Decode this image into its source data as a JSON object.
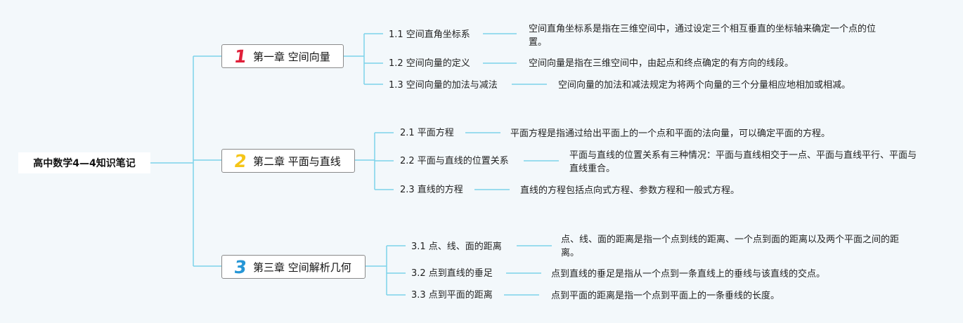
{
  "root": {
    "title": "高中数学4—4知识笔记"
  },
  "colors": {
    "line": "#7dd3ea",
    "chapter_num": [
      "#e0203a",
      "#f5c518",
      "#2696d6"
    ]
  },
  "chapters": [
    {
      "number": "1",
      "title": "第一章 空间向量",
      "sections": [
        {
          "label": "1.1 空间直角坐标系",
          "desc": "空间直角坐标系是指在三维空间中，通过设定三个相互垂直的坐标轴来确定一个点的位置。"
        },
        {
          "label": "1.2 空间向量的定义",
          "desc": "空间向量是指在三维空间中，由起点和终点确定的有方向的线段。"
        },
        {
          "label": "1.3 空间向量的加法与减法",
          "desc": "空间向量的加法和减法规定为将两个向量的三个分量相应地相加或相减。"
        }
      ]
    },
    {
      "number": "2",
      "title": "第二章 平面与直线",
      "sections": [
        {
          "label": "2.1 平面方程",
          "desc": "平面方程是指通过给出平面上的一个点和平面的法向量，可以确定平面的方程。"
        },
        {
          "label": "2.2 平面与直线的位置关系",
          "desc": "平面与直线的位置关系有三种情况：平面与直线相交于一点、平面与直线平行、平面与直线重合。"
        },
        {
          "label": "2.3 直线的方程",
          "desc": "直线的方程包括点向式方程、参数方程和一般式方程。"
        }
      ]
    },
    {
      "number": "3",
      "title": "第三章 空间解析几何",
      "sections": [
        {
          "label": "3.1 点、线、面的距离",
          "desc": "点、线、面的距离是指一个点到线的距离、一个点到面的距离以及两个平面之间的距离。"
        },
        {
          "label": "3.2 点到直线的垂足",
          "desc": "点到直线的垂足是指从一个点到一条直线上的垂线与该直线的交点。"
        },
        {
          "label": "3.3 点到平面的距离",
          "desc": "点到平面的距离是指一个点到平面上的一条垂线的长度。"
        }
      ]
    }
  ]
}
